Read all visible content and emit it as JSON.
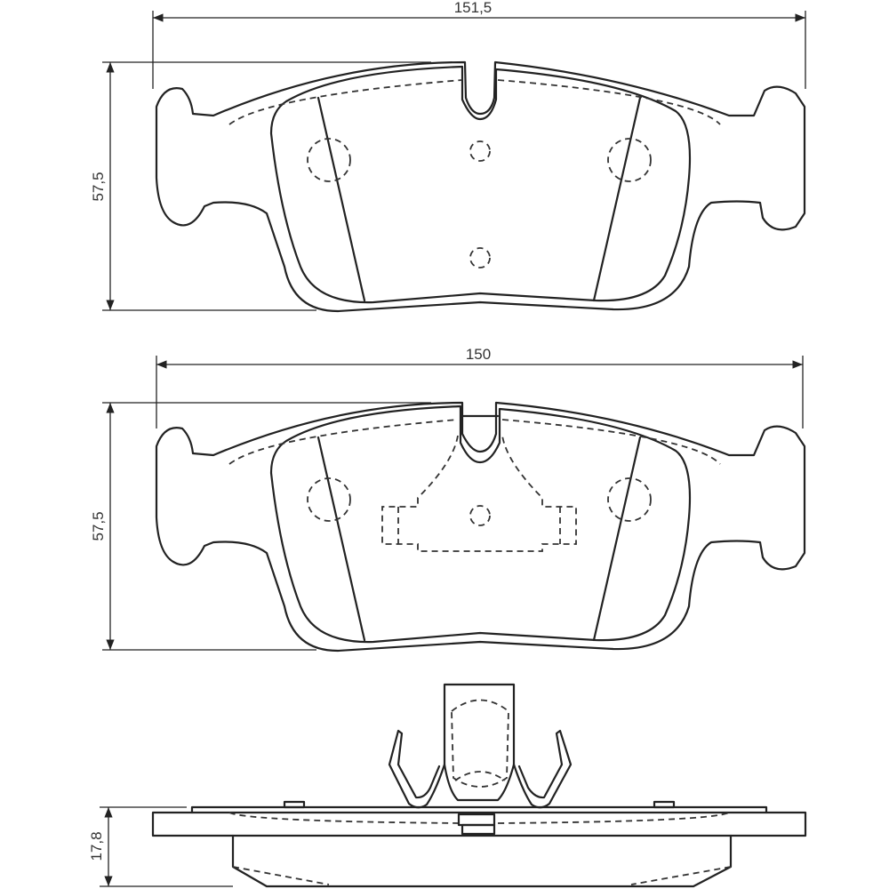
{
  "dimensions": {
    "top_view_width": "151,5",
    "top_view_height": "57,5",
    "middle_view_width": "150",
    "middle_view_height": "57,5",
    "side_view_thickness": "17,8"
  },
  "colors": {
    "line": "#222222",
    "background": "#ffffff"
  }
}
